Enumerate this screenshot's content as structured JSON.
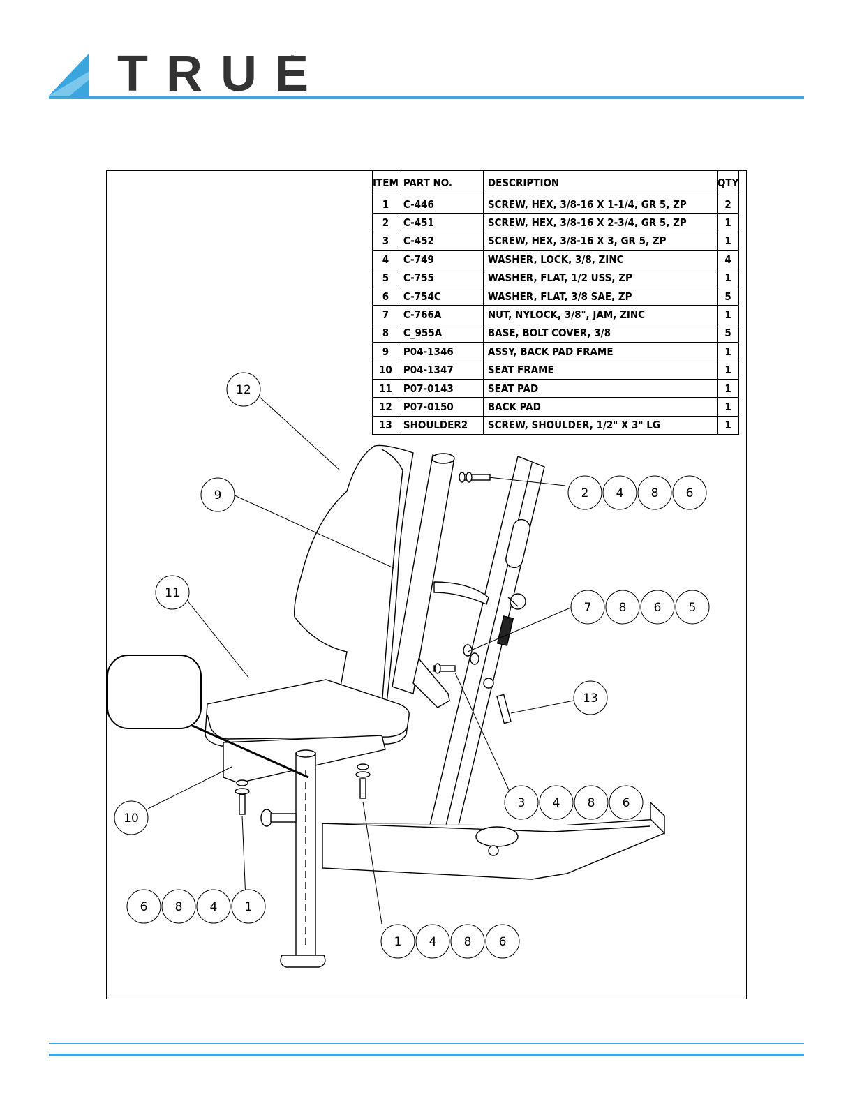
{
  "brand": {
    "name": "TRUE",
    "registered_mark": "®",
    "accent_color": "#3aa6dd",
    "text_color": "#333333"
  },
  "bom": {
    "headers": {
      "item": "ITEM",
      "part_no": "PART NO.",
      "description": "DESCRIPTION",
      "qty": "QTY"
    },
    "rows": [
      {
        "item": "1",
        "part_no": "C-446",
        "description": "SCREW, HEX, 3/8-16 X 1-1/4, GR 5, ZP",
        "qty": "2"
      },
      {
        "item": "2",
        "part_no": "C-451",
        "description": "SCREW, HEX, 3/8-16 X 2-3/4, GR 5, ZP",
        "qty": "1"
      },
      {
        "item": "3",
        "part_no": "C-452",
        "description": "SCREW, HEX, 3/8-16 X 3, GR 5, ZP",
        "qty": "1"
      },
      {
        "item": "4",
        "part_no": "C-749",
        "description": "WASHER, LOCK, 3/8, ZINC",
        "qty": "4"
      },
      {
        "item": "5",
        "part_no": "C-755",
        "description": "WASHER, FLAT, 1/2 USS, ZP",
        "qty": "1"
      },
      {
        "item": "6",
        "part_no": "C-754C",
        "description": "WASHER, FLAT, 3/8 SAE, ZP",
        "qty": "5"
      },
      {
        "item": "7",
        "part_no": "C-766A",
        "description": "NUT, NYLOCK, 3/8\", JAM, ZINC",
        "qty": "1"
      },
      {
        "item": "8",
        "part_no": "C_955A",
        "description": "BASE, BOLT COVER, 3/8",
        "qty": "5"
      },
      {
        "item": "9",
        "part_no": "P04-1346",
        "description": "ASSY, BACK PAD FRAME",
        "qty": "1"
      },
      {
        "item": "10",
        "part_no": "P04-1347",
        "description": "SEAT FRAME",
        "qty": "1"
      },
      {
        "item": "11",
        "part_no": "P07-0143",
        "description": "SEAT PAD",
        "qty": "1"
      },
      {
        "item": "12",
        "part_no": "P07-0150",
        "description": "BACK PAD",
        "qty": "1"
      },
      {
        "item": "13",
        "part_no": "SHOULDER2",
        "description": "SCREW, SHOULDER, 1/2\" X 3\" LG",
        "qty": "1"
      }
    ]
  },
  "callouts": {
    "c12": "12",
    "c9": "9",
    "c11": "11",
    "c10": "10",
    "c13": "13",
    "g2486": [
      "2",
      "4",
      "8",
      "6"
    ],
    "g7865": [
      "7",
      "8",
      "6",
      "5"
    ],
    "g3486": [
      "3",
      "4",
      "8",
      "6"
    ],
    "g6841": [
      "6",
      "8",
      "4",
      "1"
    ],
    "g1486": [
      "1",
      "4",
      "8",
      "6"
    ]
  }
}
